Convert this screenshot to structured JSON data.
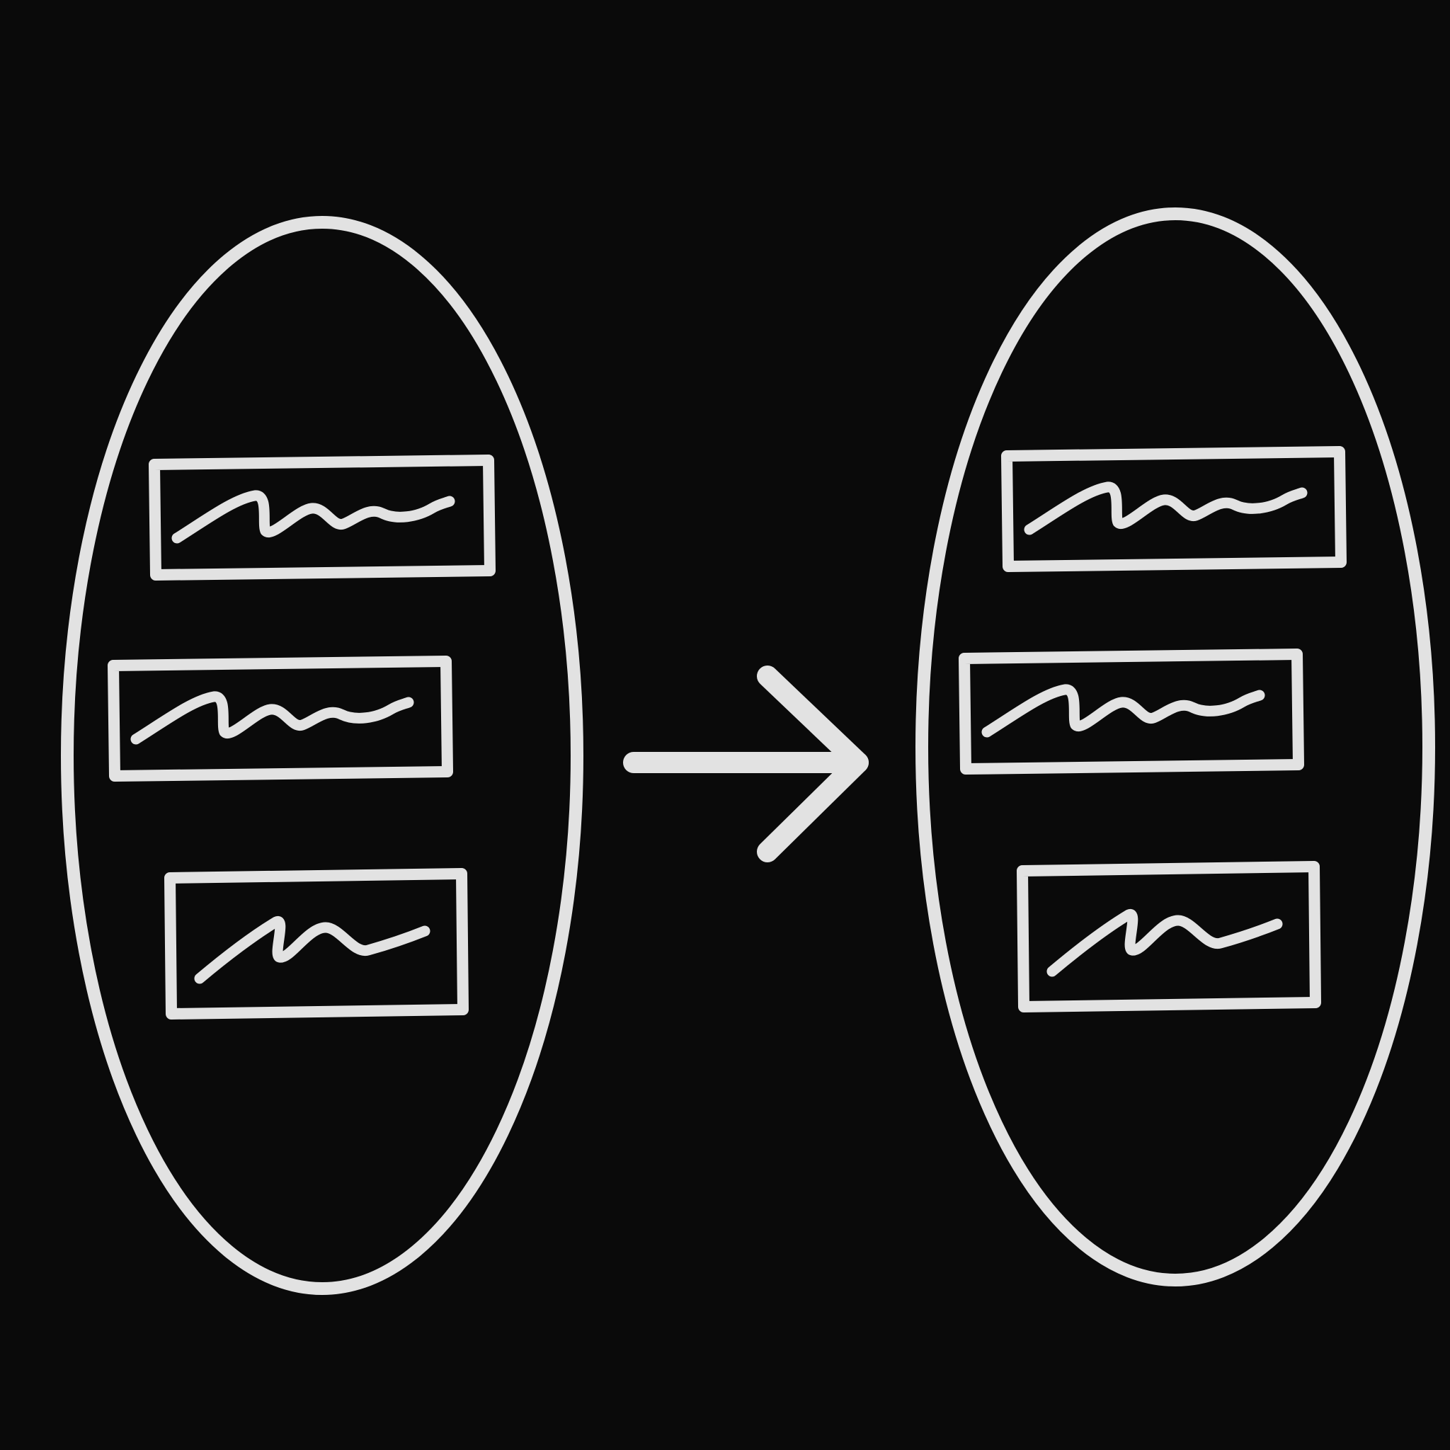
{
  "colors": {
    "background": "#0a0a0a",
    "stroke": "#e2e2e2"
  },
  "diagram": {
    "type": "set-mapping",
    "direction": "left-to-right",
    "sets": [
      {
        "name": "source-set",
        "items": [
          {
            "type": "handwritten-scribble",
            "text": ""
          },
          {
            "type": "handwritten-scribble",
            "text": ""
          },
          {
            "type": "handwritten-scribble",
            "text": ""
          }
        ]
      },
      {
        "name": "target-set",
        "items": [
          {
            "type": "handwritten-scribble",
            "text": ""
          },
          {
            "type": "handwritten-scribble",
            "text": ""
          },
          {
            "type": "handwritten-scribble",
            "text": ""
          }
        ]
      }
    ],
    "connector": {
      "icon": "right-arrow-icon",
      "label": ""
    }
  }
}
